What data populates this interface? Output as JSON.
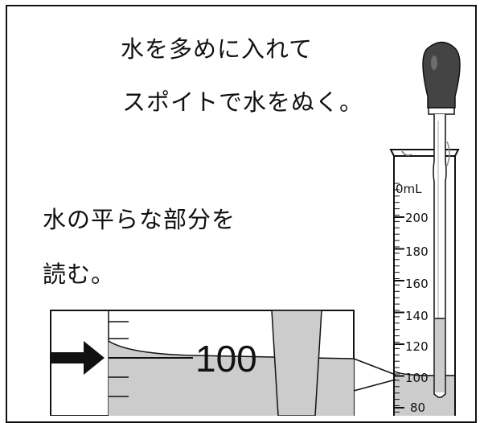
{
  "instructions": {
    "line1": "水を多めに入れて",
    "line2": "スポイトで水をぬく。",
    "line3": "水の平らな部分を",
    "line4": "読む。"
  },
  "cylinder": {
    "unit_label": "0mL",
    "scale_labels": [
      "200",
      "180",
      "160",
      "140",
      "120",
      "100",
      "80"
    ],
    "water_level": "100"
  },
  "zoom": {
    "reading_label": "100"
  },
  "colors": {
    "water": "#cccccc",
    "line": "#111111",
    "dropper_bulb": "#444444"
  }
}
